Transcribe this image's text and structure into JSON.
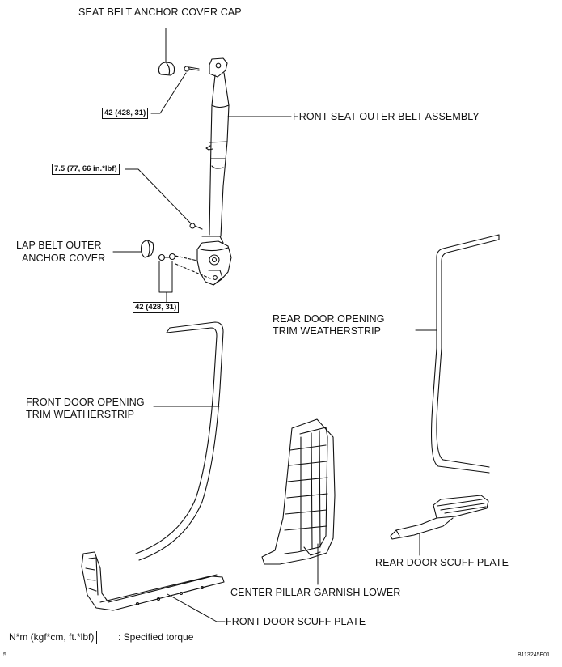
{
  "labels": {
    "seat_belt_anchor_cover_cap": "SEAT BELT ANCHOR COVER CAP",
    "front_seat_outer_belt_assembly": "FRONT SEAT OUTER BELT ASSEMBLY",
    "lap_belt_outer_anchor_cover_line1": "LAP BELT OUTER",
    "lap_belt_outer_anchor_cover_line2": "ANCHOR COVER",
    "rear_door_opening_trim_weatherstrip_line1": "REAR DOOR OPENING",
    "rear_door_opening_trim_weatherstrip_line2": "TRIM WEATHERSTRIP",
    "front_door_opening_trim_weatherstrip_line1": "FRONT DOOR OPENING",
    "front_door_opening_trim_weatherstrip_line2": "TRIM WEATHERSTRIP",
    "rear_door_scuff_plate": "REAR DOOR SCUFF PLATE",
    "center_pillar_garnish_lower": "CENTER PILLAR GARNISH LOWER",
    "front_door_scuff_plate": "FRONT DOOR SCUFF PLATE"
  },
  "torques": {
    "upper_anchor": "42 (428, 31)",
    "retractor": "7.5 (77, 66 in.*lbf)",
    "lower_anchor": "42 (428, 31)"
  },
  "legend": {
    "box": "N*m (kgf*cm, ft.*lbf)",
    "text": ": Specified torque"
  },
  "figure_id": "B113245E01",
  "page_mark": "5"
}
